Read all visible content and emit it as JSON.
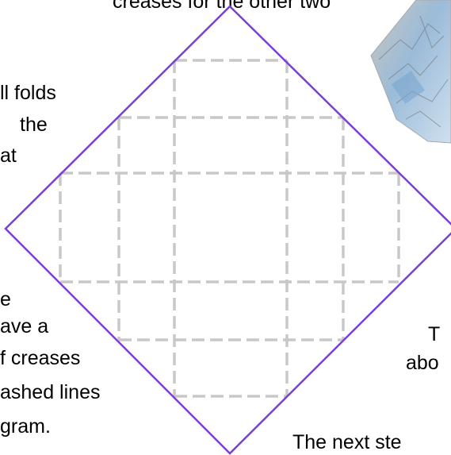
{
  "text_fragments": {
    "top": "creases for the other two",
    "left_top_lines": [
      "ll folds",
      "the",
      "at"
    ],
    "left_bottom_lines": [
      "e",
      "ave a",
      "f creases",
      "ashed lines",
      "gram."
    ],
    "right_lines": [
      "T",
      "abo"
    ],
    "bottom_right": "The next ste"
  },
  "colors": {
    "diamond_outline": "#7a3fd6",
    "crease_dash": "#c8c8c8",
    "photo_blue": "#8fb6d8"
  },
  "diagram": {
    "description_free": true,
    "crease_lines_vertical": 6,
    "crease_lines_horizontal": 6
  }
}
